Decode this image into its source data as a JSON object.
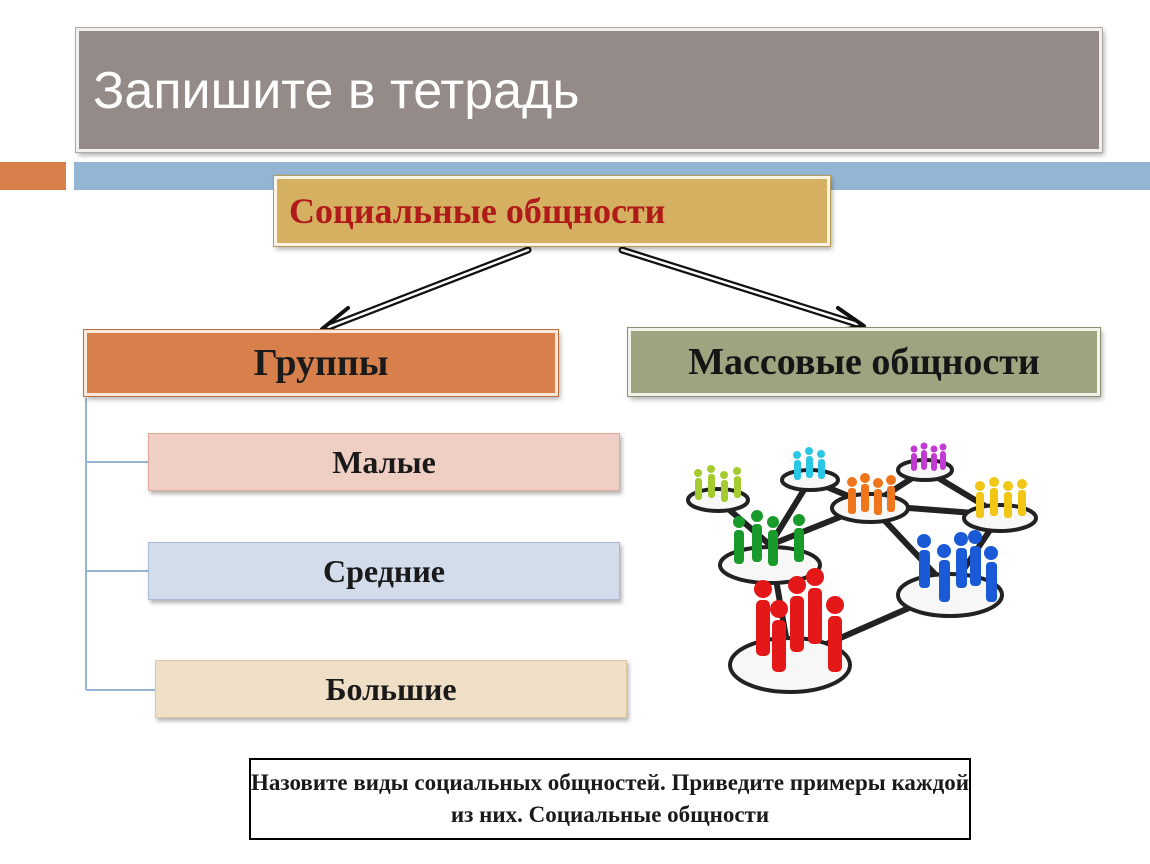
{
  "slide_title": "Запишите в тетрадь",
  "diagram": {
    "root": "Социальные общности",
    "left_branch": "Группы",
    "right_branch": "Массовые общности",
    "group_types": [
      "Малые",
      "Средние",
      "Большие"
    ]
  },
  "task_text": "Назовите виды социальных общностей. Приведите примеры каждой из них. Социальные общности",
  "colors": {
    "title_bg": "#948a87",
    "root_bg": "#d4b060",
    "root_text": "#b01a1a",
    "groups_bg": "#d8804c",
    "mass_bg": "#9ea480",
    "small_bg": "#efcfc4",
    "medium_bg": "#d3dceb",
    "large_bg": "#efdfc6",
    "accent_orange": "#d8804c",
    "accent_blue": "#95b5d4"
  }
}
